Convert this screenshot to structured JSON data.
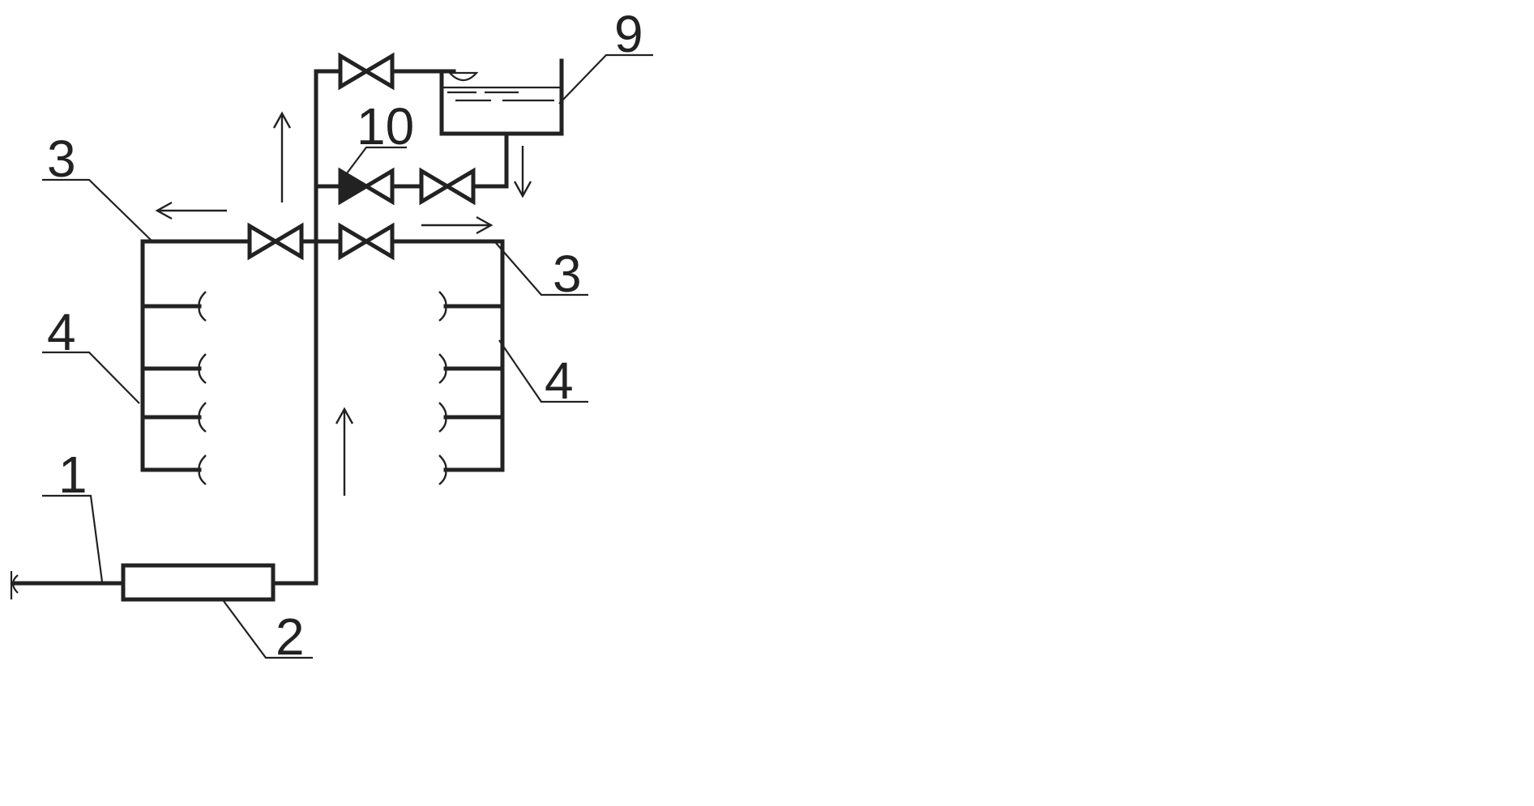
{
  "labels": {
    "l1": "1",
    "l2": "2",
    "l3_left": "3",
    "l3_right": "3",
    "l4_left": "4",
    "l4_right": "4",
    "l9": "9",
    "l10": "10"
  },
  "colors": {
    "line": "#222222",
    "background": "#ffffff"
  }
}
